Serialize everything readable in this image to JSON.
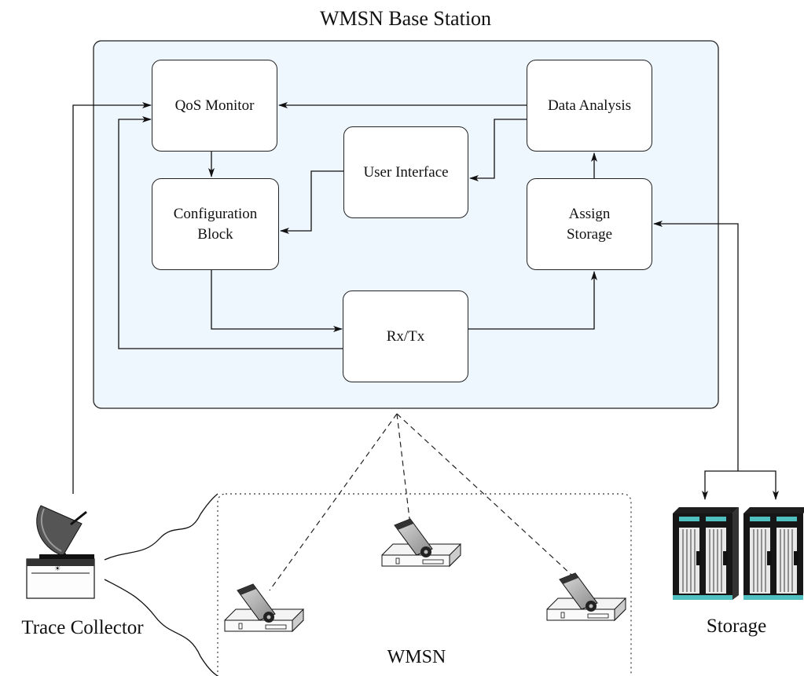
{
  "base_station": {
    "title": "WMSN Base Station"
  },
  "blocks": {
    "qos_monitor": "QoS Monitor",
    "data_analysis": "Data Analysis",
    "user_interface": "User Interface",
    "configuration_block": "Configuration Block",
    "assign_storage": "Assign Storage",
    "rxtx": "Rx/Tx"
  },
  "trace_collector": {
    "label": "Trace Collector",
    "icon": "satellite-dish-icon"
  },
  "wmsn": {
    "label": "WMSN",
    "node_icon": "camera-node-icon"
  },
  "storage": {
    "label": "Storage",
    "icon": "server-rack-icon"
  },
  "colors": {
    "panel_fill": "#eef6fe",
    "line": "#222222"
  }
}
